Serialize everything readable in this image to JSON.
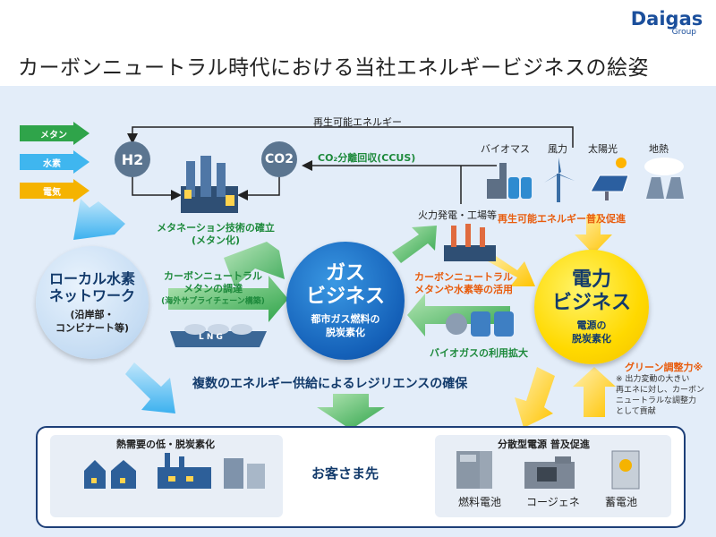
{
  "brand": {
    "name": "Daigas",
    "sub": "Group"
  },
  "title": "カーボンニュートラル時代における当社エネルギービジネスの絵姿",
  "inputs": {
    "methane": "メタン",
    "hydrogen": "水素",
    "electricity": "電気"
  },
  "nodes": {
    "h2": "H2",
    "co2": "CO2"
  },
  "top_loop": "再生可能エネルギー",
  "ccus": "CO₂分離回収(CCUS)",
  "renewables": {
    "biomass": "バイオマス",
    "wind": "風力",
    "solar": "太陽光",
    "geothermal": "地熱",
    "promotion": "再生可能エネルギー普及促進"
  },
  "thermal": "火力発電・工場等",
  "methanation": {
    "line1": "メタネーション技術の確立",
    "line2": "(メタン化)"
  },
  "local": {
    "line1": "ローカル水素",
    "line2": "ネットワーク",
    "sub1": "(沿岸部・",
    "sub2": "コンビナート等)"
  },
  "cn_procure": {
    "line1": "カーボンニュートラル",
    "line2": "メタンの調達",
    "line3": "(海外サプライチェーン構築)"
  },
  "lng": "L N G",
  "gas": {
    "line1": "ガス",
    "line2": "ビジネス",
    "sub1": "都市ガス燃料の",
    "sub2": "脱炭素化"
  },
  "cn_use": {
    "line1": "カーボンニュートラル",
    "line2": "メタンや水素等の活用"
  },
  "biogas": "バイオガスの利用拡大",
  "power": {
    "line1": "電力",
    "line2": "ビジネス",
    "sub1": "電源の",
    "sub2": "脱炭素化"
  },
  "green_adj": {
    "label": "グリーン調整力※",
    "note1": "※ 出力変動の大きい",
    "note2": "再エネに対し、カーボン",
    "note3": "ニュートラルな調整力",
    "note4": "として貢献"
  },
  "resilience": "複数のエネルギー供給によるレジリエンスの確保",
  "customer": {
    "heat_title": "熱需要の低・脱炭素化",
    "label": "お客さま先",
    "dist_title": "分散型電源 普及促進",
    "fuel_cell": "燃料電池",
    "cogen": "コージェネ",
    "battery": "蓄電池"
  },
  "colors": {
    "green": "#1e8a3c",
    "orange": "#e85c0d",
    "navy": "#123a6b",
    "gas_blue": "#1460b8",
    "power_yellow": "#ffd900"
  }
}
